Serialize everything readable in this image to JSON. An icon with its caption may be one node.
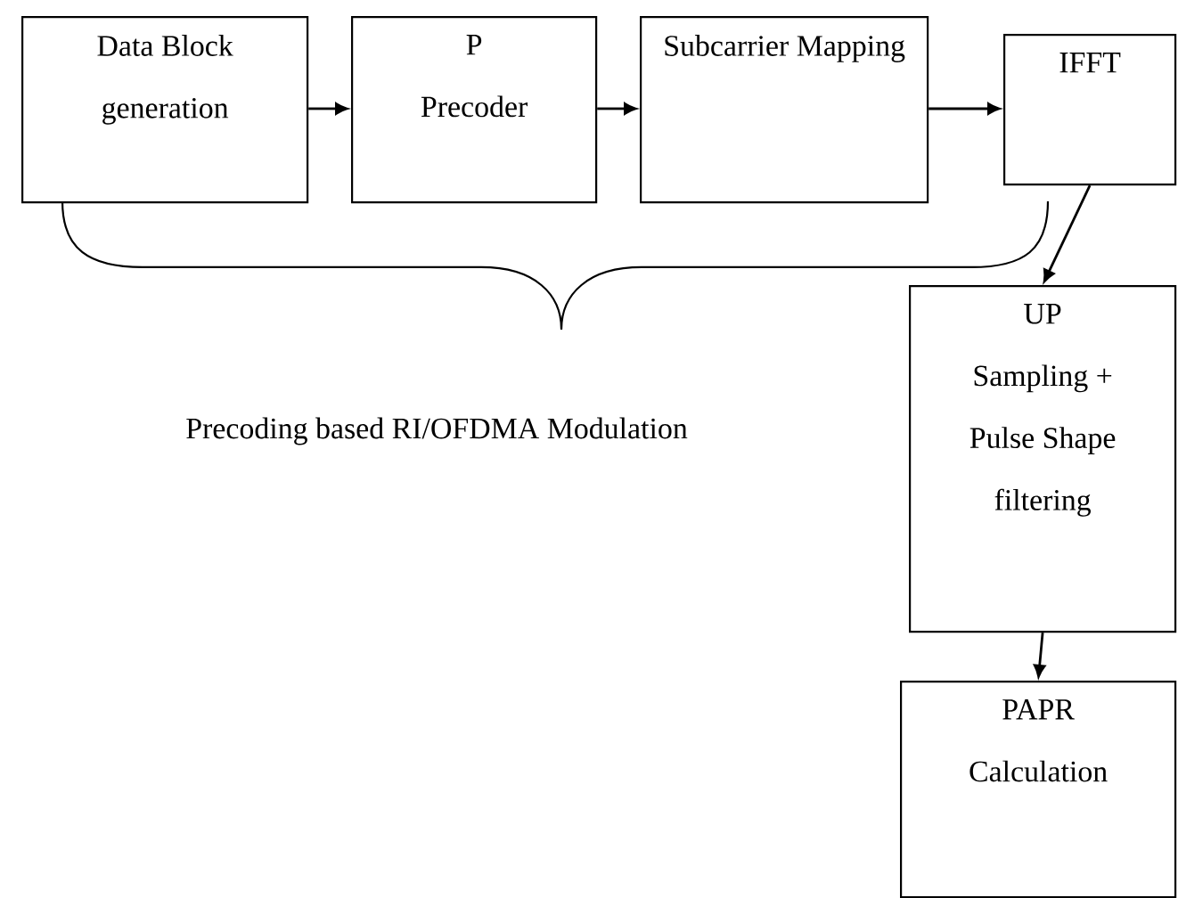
{
  "diagram": {
    "nodes": [
      {
        "text": [
          "Data Block generation"
        ]
      },
      {
        "text": [
          "P Precoder"
        ]
      },
      {
        "text": [
          "Subcarrier Mapping"
        ]
      },
      {
        "text": [
          "IFFT"
        ]
      },
      {
        "text": [
          "UP Sampling + Pulse Shape filtering"
        ]
      },
      {
        "text": [
          "PAPR Calculation"
        ]
      }
    ],
    "edges": [
      {
        "from": 0,
        "to": 1,
        "arrow": "to"
      },
      {
        "from": 1,
        "to": 2,
        "arrow": "to"
      },
      {
        "from": 2,
        "to": 3,
        "arrow": "to"
      },
      {
        "from": 3,
        "to": 4,
        "arrow": "to"
      },
      {
        "from": 4,
        "to": 5,
        "arrow": "to"
      }
    ],
    "labels": [
      "Precoding based RI/OFDMA Modulation"
    ]
  }
}
